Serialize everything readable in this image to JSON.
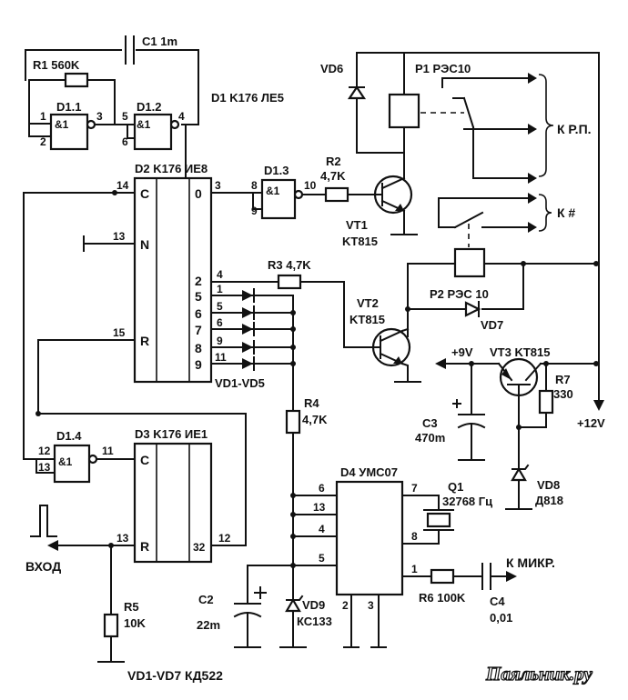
{
  "labels": {
    "c1": "C1  1m",
    "r1": "R1 560K",
    "d1_title": "D1 K176 ЛЕ5",
    "d11": "D1.1",
    "d12": "D1.2",
    "d13": "D1.3",
    "d14": "D1.4",
    "d2": "D2 K176 ИЕ8",
    "d3": "D3 K176 ИЕ1",
    "d4": "D4 УМС07",
    "vd6": "VD6",
    "p1": "P1 РЭС10",
    "krp": "К Р.П.",
    "k_hash": "К #",
    "r2": "R2",
    "r2v": "4,7K",
    "vt1": "VT1",
    "vt1t": "KT815",
    "r3": "R3 4,7K",
    "p2": "P2 РЭС 10",
    "vt2": "VT2",
    "vt2t": "KT815",
    "vd7": "VD7",
    "vd15": "VD1-VD5",
    "plus9": "+9V",
    "vt3": "VT3 KT815",
    "r7": "R7",
    "r7v": "330",
    "c3": "C3",
    "c3v": "470m",
    "plus12": "+12V",
    "vd8": "VD8",
    "vd8t": "Д818",
    "r4": "R4",
    "r4v": "4,7K",
    "q1": "Q1",
    "q1v": "32768 Гц",
    "vhod": "ВХОД",
    "r5": "R5",
    "r5v": "10K",
    "k_mikr": "К МИКР.",
    "r6": "R6 100K",
    "c4": "C4",
    "c4v": "0,01",
    "c2": "C2",
    "c2v": "22m",
    "vd9": "VD9",
    "vd9t": "КС133",
    "footer": "VD1-VD7  КД522",
    "watermark": "Паяльник.ру"
  },
  "pins": {
    "d11_1": "1",
    "d11_2": "2",
    "d11_3": "3",
    "d12_5": "5",
    "d12_6": "6",
    "d12_4": "4",
    "d13_8": "8",
    "d13_9": "9",
    "d13_10": "10",
    "d14_12": "12",
    "d14_13": "13",
    "d14_11": "11",
    "d2_c": "C",
    "d2_n": "N",
    "d2_r": "R",
    "d2_14": "14",
    "d2_13": "13",
    "d2_15": "15",
    "d2_o0": "0",
    "d2_3": "3",
    "d2_o2": "2",
    "d2_4": "4",
    "d2_o5": "5",
    "d2_1": "1",
    "d2_o6": "6",
    "d2_5": "5",
    "d2_o7": "7",
    "d2_6": "6",
    "d2_o8": "8",
    "d2_9": "9",
    "d2_o9": "9",
    "d2_11": "11",
    "d3_c": "C",
    "d3_r": "R",
    "d3_13": "13",
    "d3_32": "32",
    "d3_12": "12",
    "d4_6": "6",
    "d4_13": "13",
    "d4_4": "4",
    "d4_5": "5",
    "d4_7": "7",
    "d4_8": "8",
    "d4_1": "1",
    "d4_2": "2",
    "d4_3": "3",
    "amp1": "&1"
  }
}
